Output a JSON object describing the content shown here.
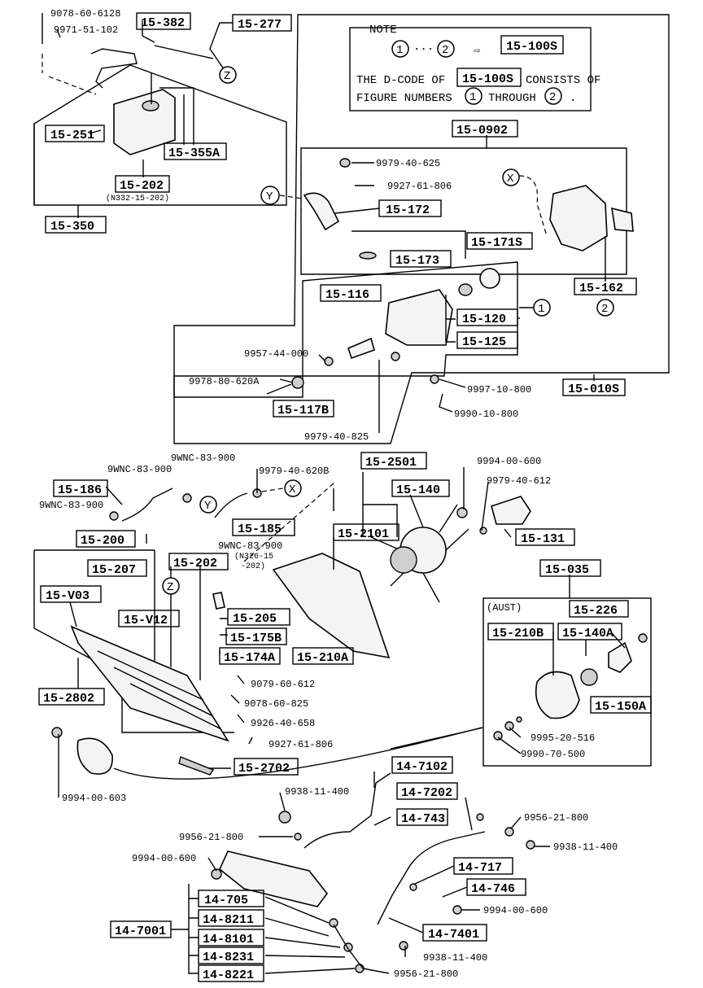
{
  "note": {
    "heading": "NOTE",
    "ref_from": "1",
    "ref_dots": "···",
    "ref_to": "2",
    "arrow": "⇨",
    "ref_code": "15-100S",
    "line1_prefix": "THE D-CODE OF",
    "line1_suffix": "CONSISTS OF",
    "line2_prefix": "FIGURE NUMBERS",
    "line2_mid": "THROUGH",
    "line2_suffix": "."
  },
  "boxes": {
    "b15_382": "15-382",
    "b15_277": "15-277",
    "b15_251": "15-251",
    "b15_355a": "15-355A",
    "b15_202a": "15-202",
    "b15_350": "15-350",
    "b15_0902": "15-0902",
    "b15_172": "15-172",
    "b15_171s": "15-171S",
    "b15_173": "15-173",
    "b15_162": "15-162",
    "b15_116": "15-116",
    "b15_120": "15-120",
    "b15_125": "15-125",
    "b15_117b": "15-117B",
    "b15_010s": "15-010S",
    "b15_186": "15-186",
    "b15_185": "15-185",
    "b15_200": "15-200",
    "b15_207": "15-207",
    "b15_202b": "15-202",
    "b15_v03": "15-V03",
    "b15_v12": "15-V12",
    "b15_205": "15-205",
    "b15_175b": "15-175B",
    "b15_174a": "15-174A",
    "b15_210a": "15-210A",
    "b15_2802": "15-2802",
    "b15_2702": "15-2702",
    "b15_2501": "15-2501",
    "b15_140": "15-140",
    "b15_2101": "15-2101",
    "b15_131": "15-131",
    "b15_035": "15-035",
    "b15_226": "15-226",
    "b15_210b": "15-210B",
    "b15_140a": "15-140A",
    "b15_150a": "15-150A",
    "b14_7102": "14-7102",
    "b14_7202": "14-7202",
    "b14_743": "14-743",
    "b14_717": "14-717",
    "b14_746": "14-746",
    "b14_7401": "14-7401",
    "b14_7001": "14-7001",
    "b14_705": "14-705",
    "b14_8211": "14-8211",
    "b14_8101": "14-8101",
    "b14_8231": "14-8231",
    "b14_8221": "14-8221"
  },
  "labels": {
    "p9078_60_6128": "9078-60-6128",
    "p9971_51_102": "9971-51-102",
    "n332": "(N332-15-202)",
    "p9979_40_625": "9979-40-625",
    "p9927_61_806a": "9927-61-806",
    "p9957_44_000": "9957-44-000",
    "p9978_80_620a": "9978-80-620A",
    "p9997_10_800": "9997-10-800",
    "p9990_10_800": "9990-10-800",
    "p9979_40_825": "9979-40-825",
    "p9wnc_a": "9WNC-83-900",
    "p9wnc_b": "9WNC-83-900",
    "p9wnc_c": "9WNC-83-900",
    "p9wnc_d": "9WNC-83-900",
    "p9979_40_620b": "9979-40-620B",
    "n326a": "(N326-15",
    "n326b": "-202)",
    "p9994_00_600a": "9994-00-600",
    "p9979_40_612": "9979-40-612",
    "aust": "(AUST)",
    "p9079_60_612": "9079-60-612",
    "p9078_60_825": "9078-60-825",
    "p9926_40_658": "9926-40-658",
    "p9927_61_806b": "9927-61-806",
    "p9995_20_516": "9995-20-516",
    "p9990_70_500": "9990-70-500",
    "p9994_00_603": "9994-00-603",
    "p9938_11_400a": "9938-11-400",
    "p9956_21_800a": "9956-21-800",
    "p9956_21_800b": "9956-21-800",
    "p9938_11_400b": "9938-11-400",
    "p9994_00_600b": "9994-00-600",
    "p9994_00_600c": "9994-00-600",
    "p9938_11_400c": "9938-11-400",
    "p9956_21_800c": "9956-21-800"
  },
  "refs": {
    "z1": "Z",
    "x1": "X",
    "y1": "Y",
    "c1": "1",
    "c2": "2",
    "y2": "Y",
    "x2": "X",
    "z2": "Z",
    "n1": "1",
    "n2": "2"
  }
}
